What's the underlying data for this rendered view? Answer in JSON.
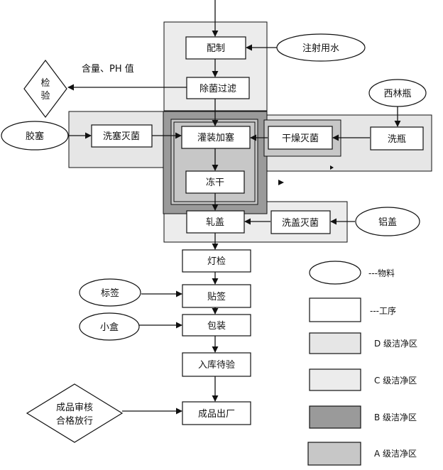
{
  "colors": {
    "grade_d": "#e6e6e6",
    "grade_c": "#ececec",
    "grade_b": "#9a9a9a",
    "grade_a": "#c7c7c7",
    "process_fill": "#ffffff",
    "stroke": "#111111"
  },
  "processes": {
    "compounding": "配制",
    "sterile_filtration": "除菌过滤",
    "stopper_washing": "洗塞灭菌",
    "filling_stoppering": "灌装加塞",
    "drying_sterilization": "干燥灭菌",
    "vial_washing": "洗瓶",
    "freeze_drying": "冻干",
    "capping": "轧盖",
    "cap_washing": "洗盖灭菌",
    "light_inspection": "灯检",
    "labeling": "贴签",
    "packaging": "包装",
    "warehousing": "入库待验",
    "release": "成品出厂"
  },
  "materials": {
    "water_for_injection": "注射用水",
    "vials": "西林瓶",
    "stoppers": "胶塞",
    "aluminum_caps": "铝盖",
    "labels": "标签",
    "small_boxes": "小盒"
  },
  "decisions": {
    "inspection_line1": "检",
    "inspection_line2": "验",
    "approval_line1": "成品审核",
    "approval_line2": "合格放行"
  },
  "annotations": {
    "test_items": "含量、PH 值"
  },
  "legend": {
    "material": "---物料",
    "process": "---工序",
    "grade_d": "D 级洁净区",
    "grade_c": "C 级洁净区",
    "grade_b": "B 级洁净区",
    "grade_a": "A 级洁净区"
  }
}
